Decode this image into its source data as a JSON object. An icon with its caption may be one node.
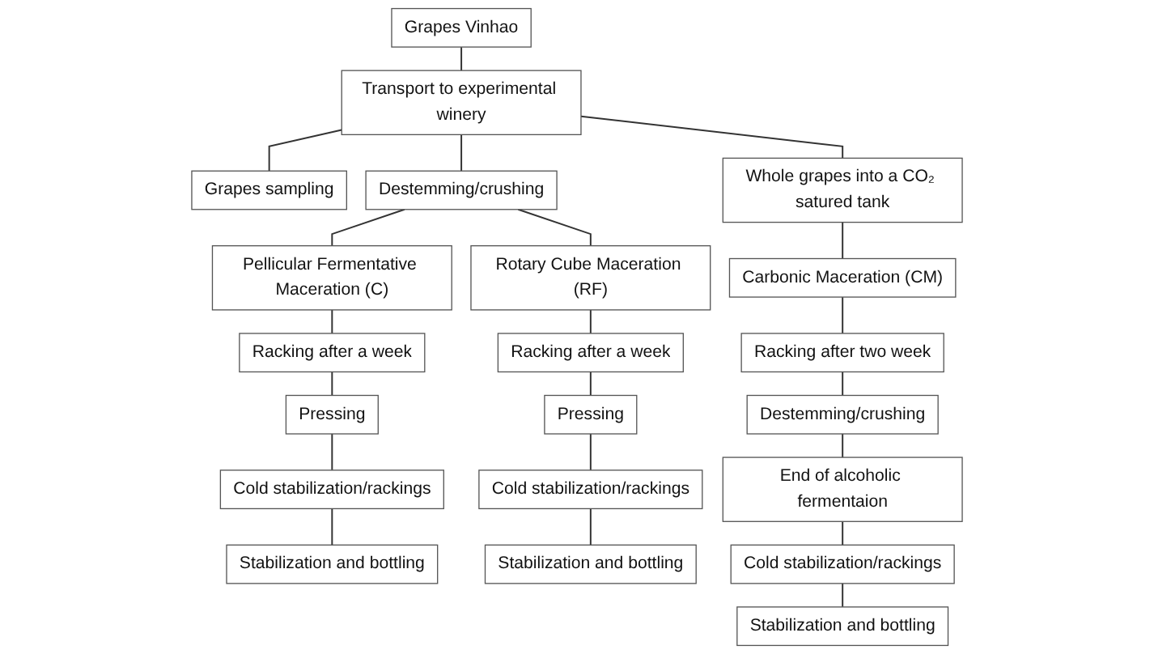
{
  "diagram": {
    "nodes": [
      {
        "text": [
          "Grapes Vinhao"
        ]
      },
      {
        "text": [
          "Transport to experimental winery"
        ]
      },
      {
        "text": [
          "Grapes sampling"
        ]
      },
      {
        "text": [
          "Destemming/crushing"
        ]
      },
      {
        "text": [
          "Whole grapes into a CO₂ satured tank"
        ]
      },
      {
        "text": [
          "Pellicular Fermentative Maceration (C)"
        ]
      },
      {
        "text": [
          "Racking after a week"
        ]
      },
      {
        "text": [
          "Pressing"
        ]
      },
      {
        "text": [
          "Cold stabilization/rackings"
        ]
      },
      {
        "text": [
          "Stabilization and bottling"
        ]
      },
      {
        "text": [
          "Rotary Cube Maceration (RF)"
        ]
      },
      {
        "text": [
          "Racking after a week"
        ]
      },
      {
        "text": [
          "Pressing"
        ]
      },
      {
        "text": [
          "Cold stabilization/rackings"
        ]
      },
      {
        "text": [
          "Stabilization and bottling"
        ]
      },
      {
        "text": [
          "Carbonic Maceration (CM)"
        ]
      },
      {
        "text": [
          "Racking after two week"
        ]
      },
      {
        "text": [
          "Destemming/crushing"
        ]
      },
      {
        "text": [
          "End of alcoholic fermentaion"
        ]
      },
      {
        "text": [
          "Cold stabilization/rackings"
        ]
      },
      {
        "text": [
          "Stabilization and bottling"
        ]
      }
    ],
    "edges": [
      {
        "from": 0,
        "to": 1,
        "arrow": "none"
      },
      {
        "from": 1,
        "to": 2,
        "arrow": "none"
      },
      {
        "from": 1,
        "to": 3,
        "arrow": "none"
      },
      {
        "from": 1,
        "to": 4,
        "arrow": "none"
      },
      {
        "from": 3,
        "to": 5,
        "arrow": "none"
      },
      {
        "from": 3,
        "to": 10,
        "arrow": "none"
      },
      {
        "from": 4,
        "to": 15,
        "arrow": "none"
      },
      {
        "from": 5,
        "to": 6,
        "arrow": "none"
      },
      {
        "from": 6,
        "to": 7,
        "arrow": "none"
      },
      {
        "from": 7,
        "to": 8,
        "arrow": "none"
      },
      {
        "from": 8,
        "to": 9,
        "arrow": "none"
      },
      {
        "from": 10,
        "to": 11,
        "arrow": "none"
      },
      {
        "from": 11,
        "to": 12,
        "arrow": "none"
      },
      {
        "from": 12,
        "to": 13,
        "arrow": "none"
      },
      {
        "from": 13,
        "to": 14,
        "arrow": "none"
      },
      {
        "from": 15,
        "to": 16,
        "arrow": "none"
      },
      {
        "from": 16,
        "to": 17,
        "arrow": "none"
      },
      {
        "from": 17,
        "to": 18,
        "arrow": "none"
      },
      {
        "from": 18,
        "to": 19,
        "arrow": "none"
      },
      {
        "from": 19,
        "to": 20,
        "arrow": "none"
      }
    ]
  }
}
